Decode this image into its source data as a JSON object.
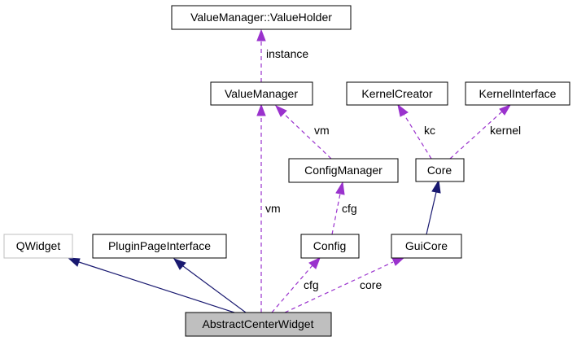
{
  "nodes": {
    "value_holder": "ValueManager::ValueHolder",
    "value_manager": "ValueManager",
    "kernel_creator": "KernelCreator",
    "kernel_interface": "KernelInterface",
    "config_manager": "ConfigManager",
    "core": "Core",
    "qwidget": "QWidget",
    "plugin_page_interface": "PluginPageInterface",
    "config": "Config",
    "gui_core": "GuiCore",
    "abstract_center_widget": "AbstractCenterWidget"
  },
  "edge_labels": {
    "instance": "instance",
    "vm_top": "vm",
    "vm_bottom": "vm",
    "kc": "kc",
    "kernel": "kernel",
    "cfg_top": "cfg",
    "cfg_bottom": "cfg",
    "core": "core"
  },
  "colors": {
    "inheritance": "#191970",
    "usage": "#9a32cd",
    "highlight_fill": "#bfbfbf",
    "external_border": "#bfbfbf"
  }
}
